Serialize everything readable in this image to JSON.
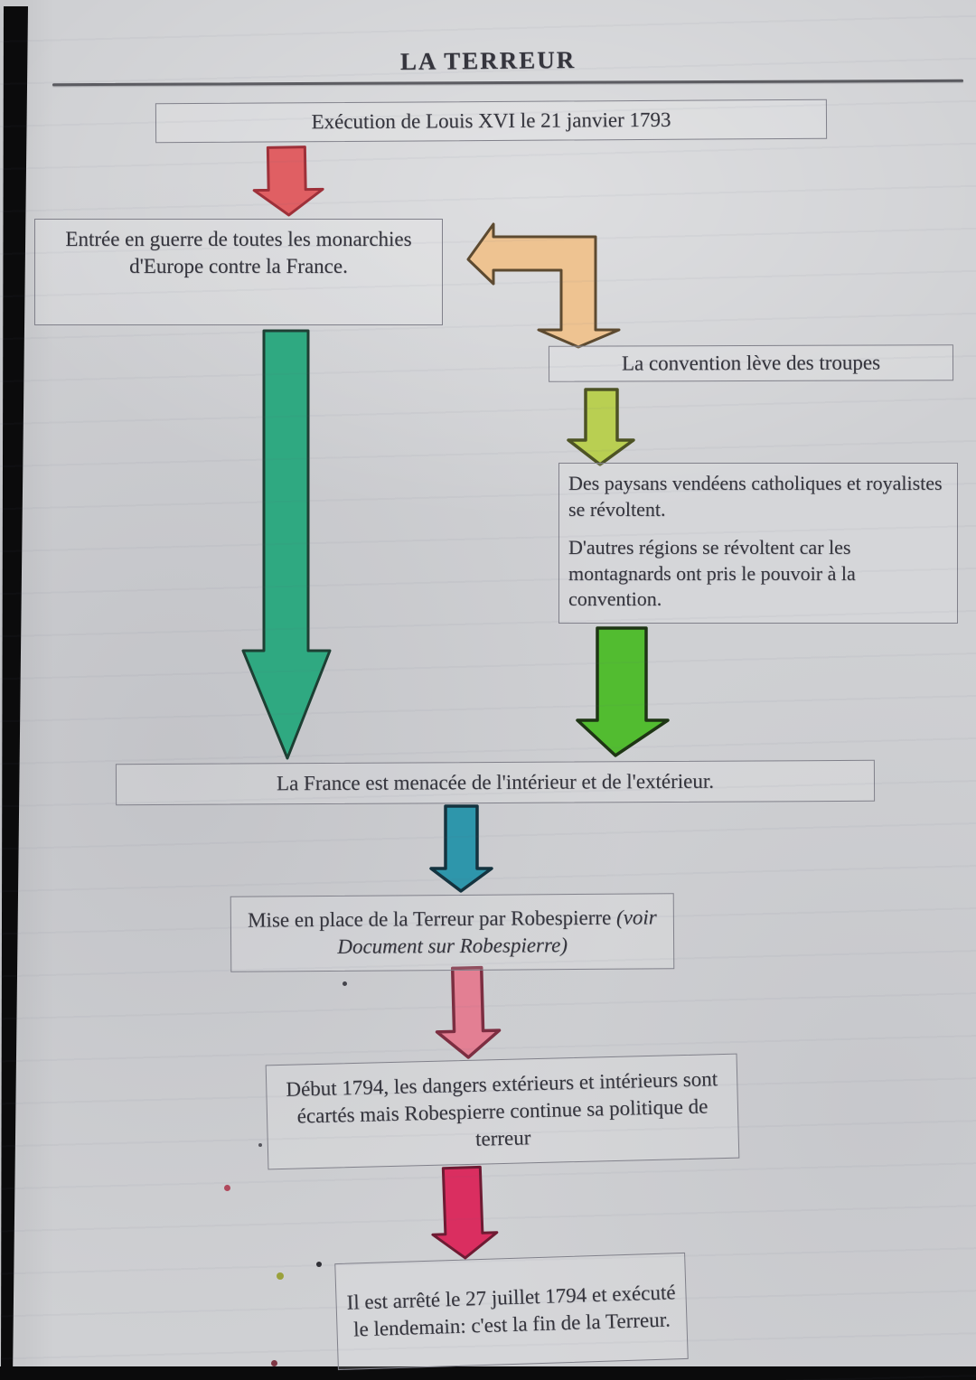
{
  "page": {
    "title": "LA TERREUR"
  },
  "boxes": {
    "execution": "Exécution de Louis XVI le 21 janvier 1793",
    "guerre": "Entrée en guerre de toutes les monarchies d'Europe contre la France.",
    "convention": "La convention lève des troupes",
    "revoltes_p1": "Des paysans vendéens catholiques et royalistes se révoltent.",
    "revoltes_p2": "D'autres régions se révoltent car les montagnards ont pris le pouvoir à la convention.",
    "menace": "La France est menacée de l'intérieur et de l'extérieur.",
    "terreur_main": "Mise en place de la Terreur par Robespierre",
    "terreur_italic": "(voir Document sur Robespierre)",
    "debut1794": "Début 1794, les dangers extérieurs et intérieurs sont écartés mais Robespierre continue sa politique de terreur",
    "arrestation": "Il est arrêté le 27 juillet 1794 et exécuté le lendemain: c'est la fin de la Terreur."
  },
  "colors": {
    "red_arrow": "#e05f63",
    "orange_arrow": "#eec391",
    "teal_arrow": "#2fa981",
    "yellowgreen_arrow": "#b9cf52",
    "green_arrow": "#52bc30",
    "blue_arrow": "#2e96ab",
    "pink_arrow": "#e37f93",
    "magenta_arrow": "#da2e60"
  }
}
